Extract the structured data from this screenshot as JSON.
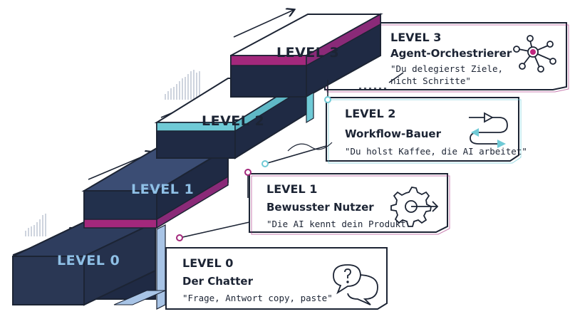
{
  "levels": [
    {
      "step_label": "LEVEL 0",
      "card_level": "LEVEL 0",
      "title": "Der Chatter",
      "quote_lines": [
        "\"Frage, Antwort copy, paste\""
      ],
      "icon": "speech-bubbles-icon",
      "accent": "#6b8fc4"
    },
    {
      "step_label": "LEVEL 1",
      "card_level": "LEVEL 1",
      "title": "Bewusster Nutzer",
      "quote_lines": [
        "\"Die AI kennt dein Produkt\""
      ],
      "icon": "gear-arrow-icon",
      "accent": "#8a2a78"
    },
    {
      "step_label": "LEVEL 2",
      "card_level": "LEVEL 2",
      "title": "Workflow-Bauer",
      "quote_lines": [
        "\"Du holst Kaffee, die AI arbeitet\""
      ],
      "icon": "workflow-arrows-icon",
      "accent": "#5fc3d2"
    },
    {
      "step_label": "LEVEL 3",
      "card_level": "LEVEL 3",
      "title": "Agent-Orchestrierer",
      "quote_lines": [
        "\"Du delegierst Ziele,",
        "nicht Schritte\""
      ],
      "icon": "network-nodes-icon",
      "accent": "#c0267e"
    }
  ],
  "colors": {
    "dark_navy": "#1f2a44",
    "mid_navy": "#3a4c72",
    "outline": "#1c2434",
    "magenta": "#a3287c",
    "cyan": "#6fcad6",
    "light_blue": "#a8c4e6"
  }
}
